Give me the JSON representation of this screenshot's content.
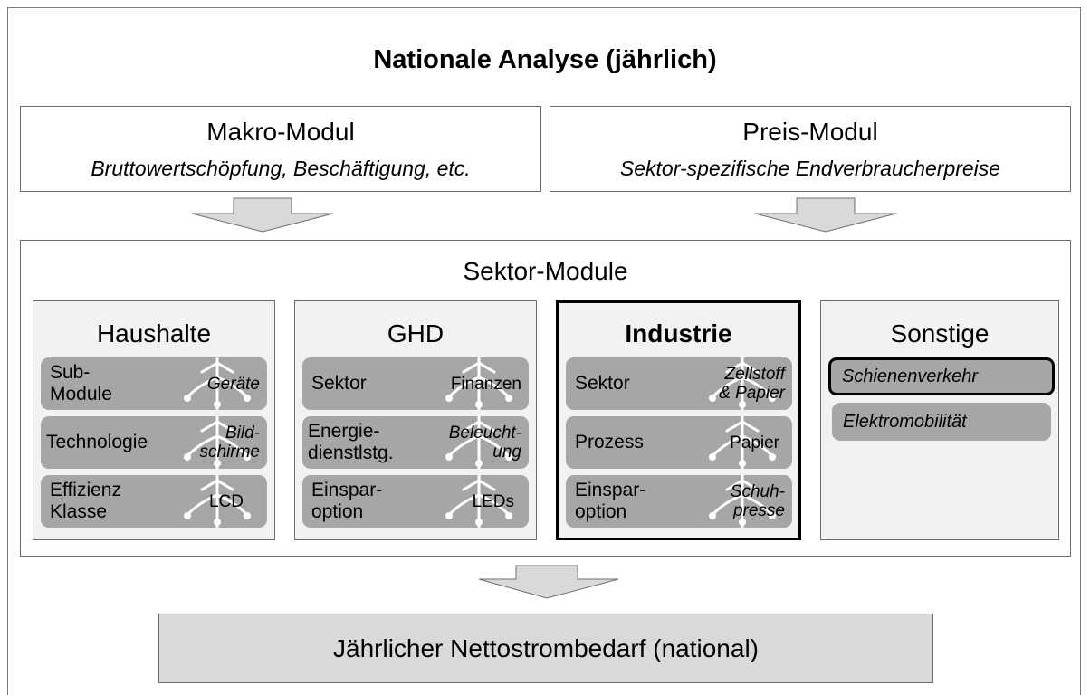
{
  "title": "Nationale Analyse (jährlich)",
  "makro": {
    "name": "Makro-Modul",
    "sub": "Bruttowertschöpfung, Beschäftigung, etc."
  },
  "preis": {
    "name": "Preis-Modul",
    "sub": "Sektor-spezifische Endverbraucherpreise"
  },
  "sektor_module": "Sektor-Module",
  "sectors": [
    {
      "title": "Haushalte",
      "rows": [
        {
          "label": "Sub-\nModule",
          "value": "Geräte"
        },
        {
          "label": "Technologie",
          "value": "Bild-\nschirme"
        },
        {
          "label": "Effizienz\nKlasse",
          "value": "LCD"
        }
      ]
    },
    {
      "title": "GHD",
      "rows": [
        {
          "label": "Sektor",
          "value": "Finanzen"
        },
        {
          "label": "Energie-\ndienstlstg.",
          "value": "Beleucht-\nung"
        },
        {
          "label": "Einspar-\noption",
          "value": "LEDs"
        }
      ]
    },
    {
      "title": "Industrie",
      "rows": [
        {
          "label": "Sektor",
          "value": "Zellstoff\n& Papier"
        },
        {
          "label": "Prozess",
          "value": "Papier"
        },
        {
          "label": "Einspar-\noption",
          "value": "Schuh-\npresse"
        }
      ]
    },
    {
      "title": "Sonstige",
      "items": [
        "Schienenverkehr",
        "Elektromobilität"
      ]
    }
  ],
  "result": "Jährlicher Nettostrombedarf (national)",
  "colors": {
    "row_fill": "#a6a6a6",
    "sector_fill": "#f2f2f2",
    "result_fill": "#d9d9d9",
    "arrow_fill": "#d9d9d9"
  }
}
